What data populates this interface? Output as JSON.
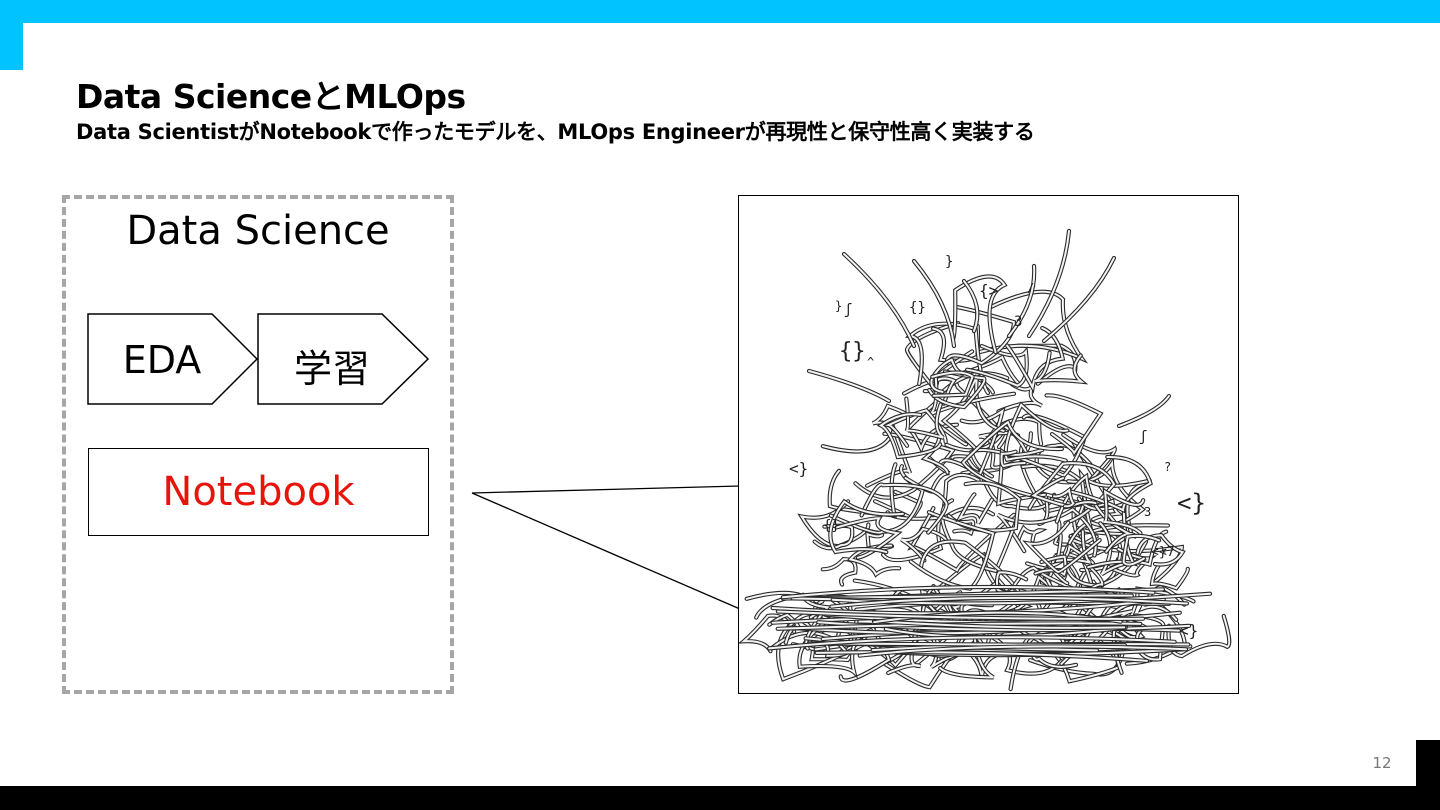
{
  "slide": {
    "title": "Data ScienceとMLOps",
    "subtitle": "Data ScientistがNotebookで作ったモデルを、MLOps Engineerが再現性と保守性高く実装する",
    "page_number": "12"
  },
  "data_science": {
    "label": "Data Science",
    "steps": [
      "EDA",
      "学習"
    ],
    "notebook": {
      "label": "Notebook",
      "color": "#e8140c"
    }
  },
  "illustration": {
    "code_symbols": [
      "{}",
      "{}",
      "{>",
      "<}",
      "<}",
      "{}",
      "<}",
      "<}",
      "<7",
      "}",
      "}",
      "/",
      "3",
      "3",
      "?",
      "^",
      "ʃ",
      "ʃ"
    ]
  },
  "colors": {
    "accent": "#00c3ff",
    "dark": "#000000",
    "dashed_frame": "#a6a6a6"
  }
}
